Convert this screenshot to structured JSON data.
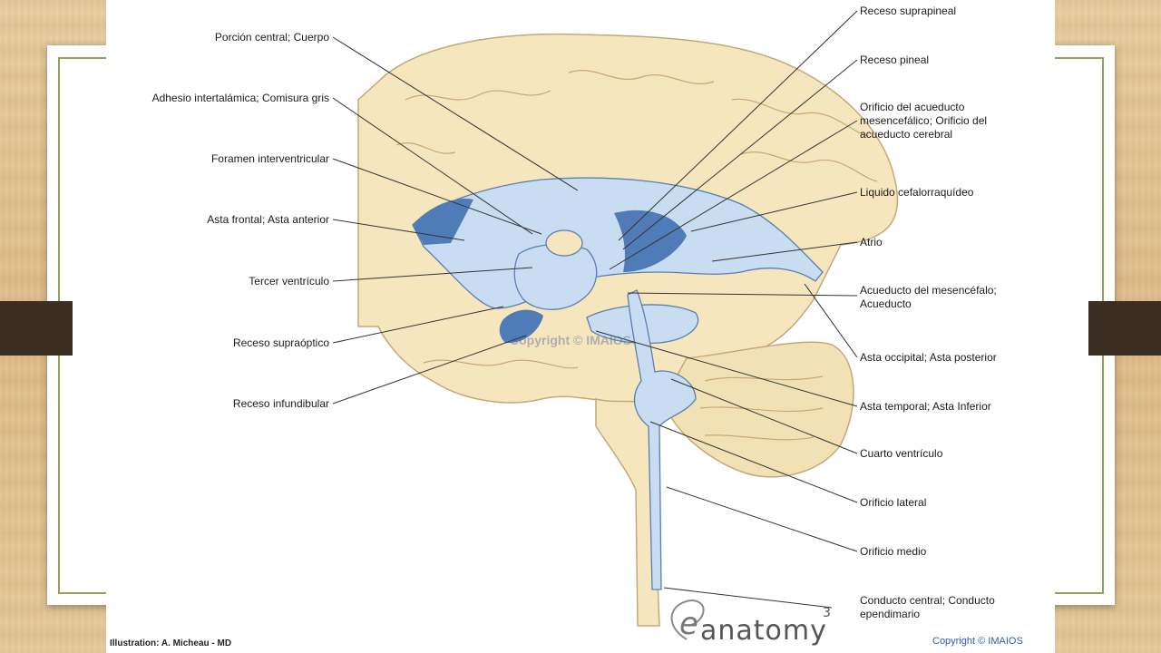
{
  "left_labels": [
    "Porción central; Cuerpo",
    "Adhesio intertalámica; Comisura gris",
    "Foramen interventricular",
    "Asta frontal; Asta anterior",
    "Tercer ventrículo",
    "Receso supraóptico",
    "Receso infundibular"
  ],
  "right_labels": [
    "Receso suprapineal",
    "Receso pineal",
    "Orificio del acueducto\nmesencefálico; Orificio del\nacueducto cerebral",
    "Liquido cefalorraquídeo",
    "Atrio",
    "Acueducto del mesencéfalo;\nAcueducto",
    "Asta occipital; Asta posterior",
    "Asta temporal; Asta Inferior",
    "Cuarto ventrículo",
    "Orificio lateral",
    "Orificio medio",
    "Conducto central; Conducto\nependimario"
  ],
  "credit": "Illustration: A. Micheau - MD",
  "copyright": "Copyright © IMAIOS",
  "logo_text": "anatomy",
  "logo_mark": "3",
  "logo_small": "e",
  "watermark": "Copyright © IMAIOS"
}
